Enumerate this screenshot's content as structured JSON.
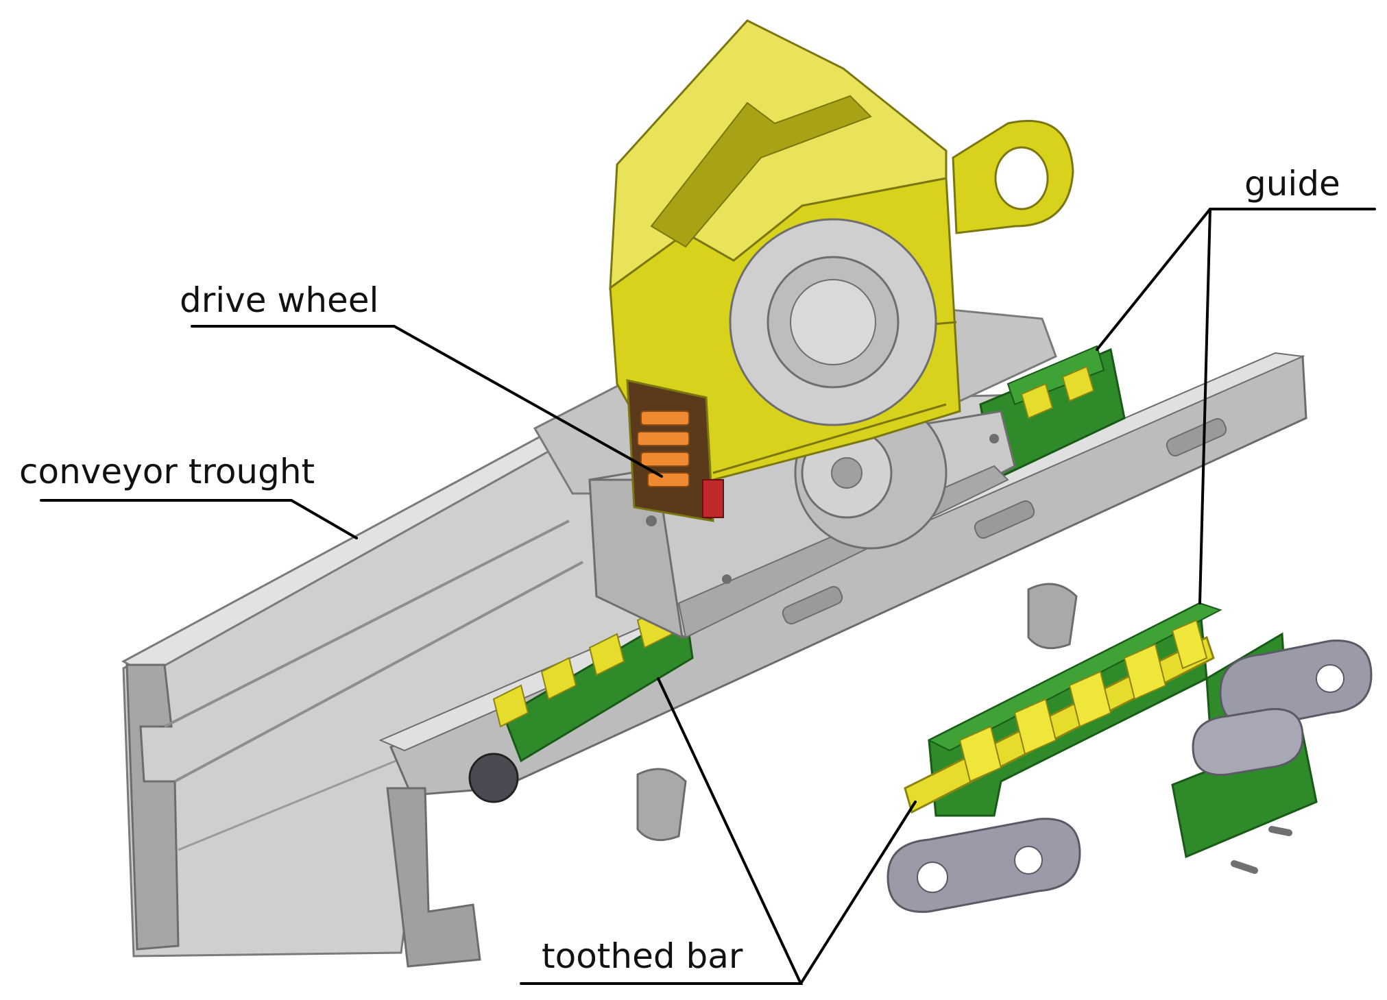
{
  "labels": {
    "drive_wheel": "drive wheel",
    "conveyor_trought": "conveyor trought",
    "guide": "guide",
    "toothed_bar": "toothed bar"
  },
  "colors": {
    "housing_yellow": "#d8d21c",
    "housing_yellow_dark": "#a8a314",
    "housing_yellow_light": "#e9e35a",
    "trough_grey": "#b9b9b9",
    "trough_grey_light": "#d6d6d6",
    "trough_grey_dark": "#8c8c8c",
    "guide_green": "#2f8a2a",
    "guide_green_dark": "#1f6a1c",
    "toothed_yellow": "#e6dc2c",
    "chain_grey": "#9a9aa8",
    "gear_orange": "#f08a30",
    "label_text": "#111111",
    "leader_line": "#000000"
  }
}
